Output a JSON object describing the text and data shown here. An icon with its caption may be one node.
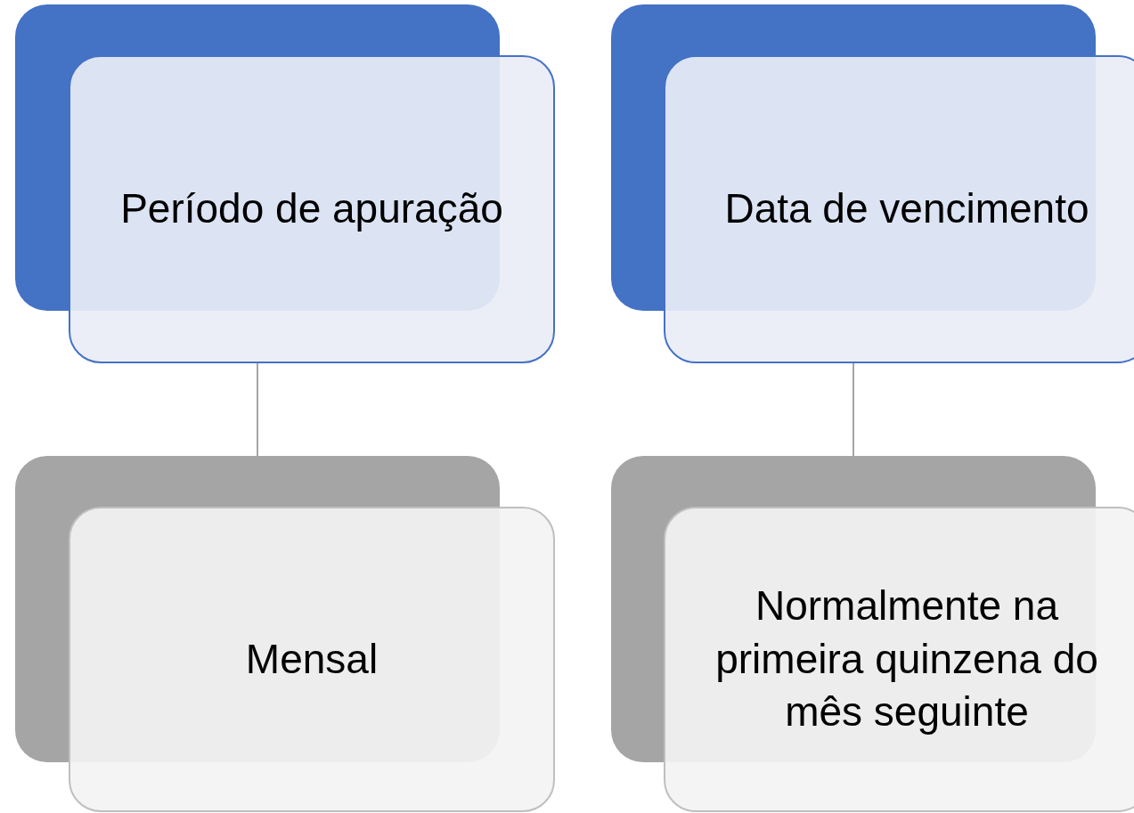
{
  "diagram": {
    "nodes": [
      {
        "text": [
          "Período de apuração"
        ]
      },
      {
        "text": [
          "Data de vencimento"
        ]
      },
      {
        "text": [
          "Mensal"
        ]
      },
      {
        "text": [
          "Normalmente na primeira quinzena do mês seguinte"
        ]
      }
    ],
    "edges": [
      {
        "from": 0,
        "to": 2,
        "arrow": "none"
      },
      {
        "from": 1,
        "to": 3,
        "arrow": "none"
      }
    ]
  }
}
